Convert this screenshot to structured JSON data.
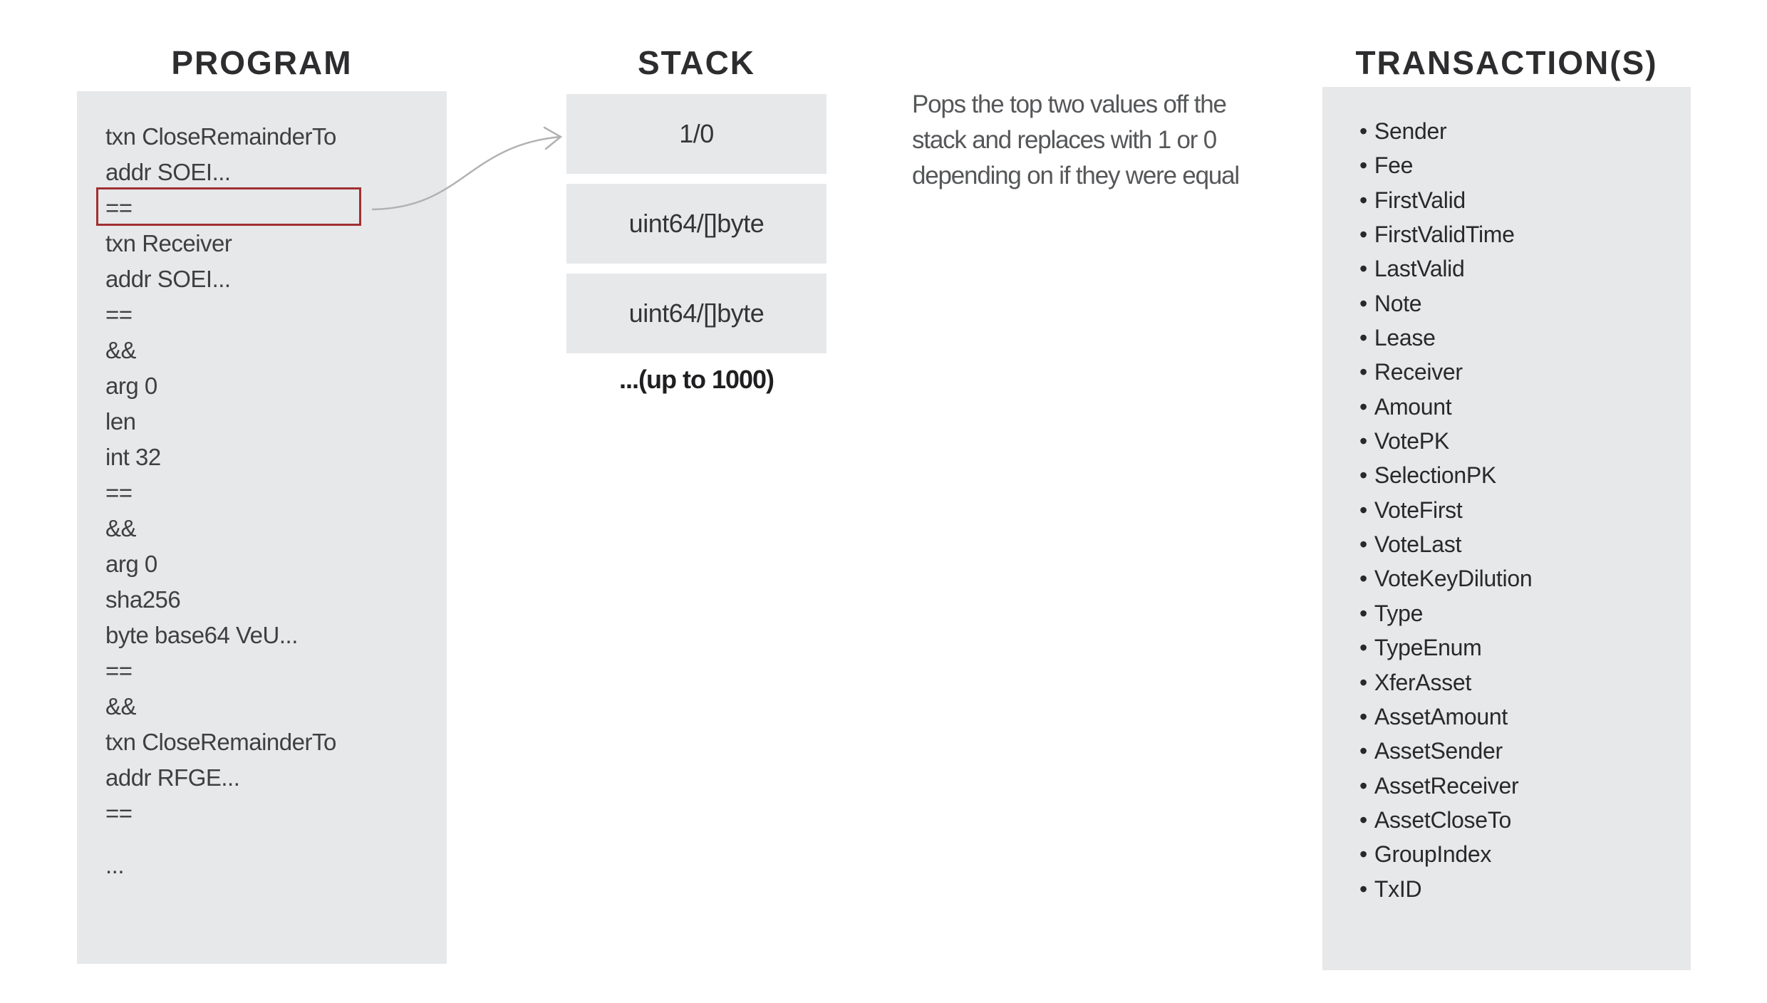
{
  "program": {
    "title": "PROGRAM",
    "lines": [
      "txn CloseRemainderTo",
      "addr SOEI...",
      "==",
      "txn Receiver",
      "addr SOEI...",
      "==",
      "&&",
      "arg 0",
      "len",
      "int 32",
      "==",
      "&&",
      "arg 0",
      "sha256",
      "byte base64 VeU...",
      "==",
      "&&",
      "txn CloseRemainderTo",
      "addr RFGE...",
      "==",
      "..."
    ],
    "highlighted_line": "==",
    "highlighted_line_index": 2
  },
  "stack": {
    "title": "STACK",
    "slots": [
      "1/0",
      "uint64/[]byte",
      "uint64/[]byte"
    ],
    "note": "...(up to 1000)"
  },
  "description": {
    "lines": [
      "Pops the top two values off the",
      "stack and replaces with 1 or 0",
      "depending on if they were equal"
    ]
  },
  "transactions": {
    "title": "TRANSACTION(S)",
    "bullet": "•",
    "fields": [
      "Sender",
      "Fee",
      "FirstValid",
      "FirstValidTime",
      "LastValid",
      "Note",
      "Lease",
      "Receiver",
      "Amount",
      "VotePK",
      "SelectionPK",
      "VoteFirst",
      "VoteLast",
      "VoteKeyDilution",
      "Type",
      "TypeEnum",
      "XferAsset",
      "AssetAmount",
      "AssetSender",
      "AssetReceiver",
      "AssetCloseTo",
      "GroupIndex",
      "TxID"
    ]
  },
  "colors": {
    "panel_bg": "#e7e8ea",
    "header_text": "#2d2d2f",
    "code_text": "#3f3f41",
    "stack_text": "#353537",
    "note_text": "#1f1f21",
    "description_text": "#565759",
    "transaction_text": "#29292b",
    "highlight_border": "#a13032",
    "arrow": "#b2b2b2"
  }
}
